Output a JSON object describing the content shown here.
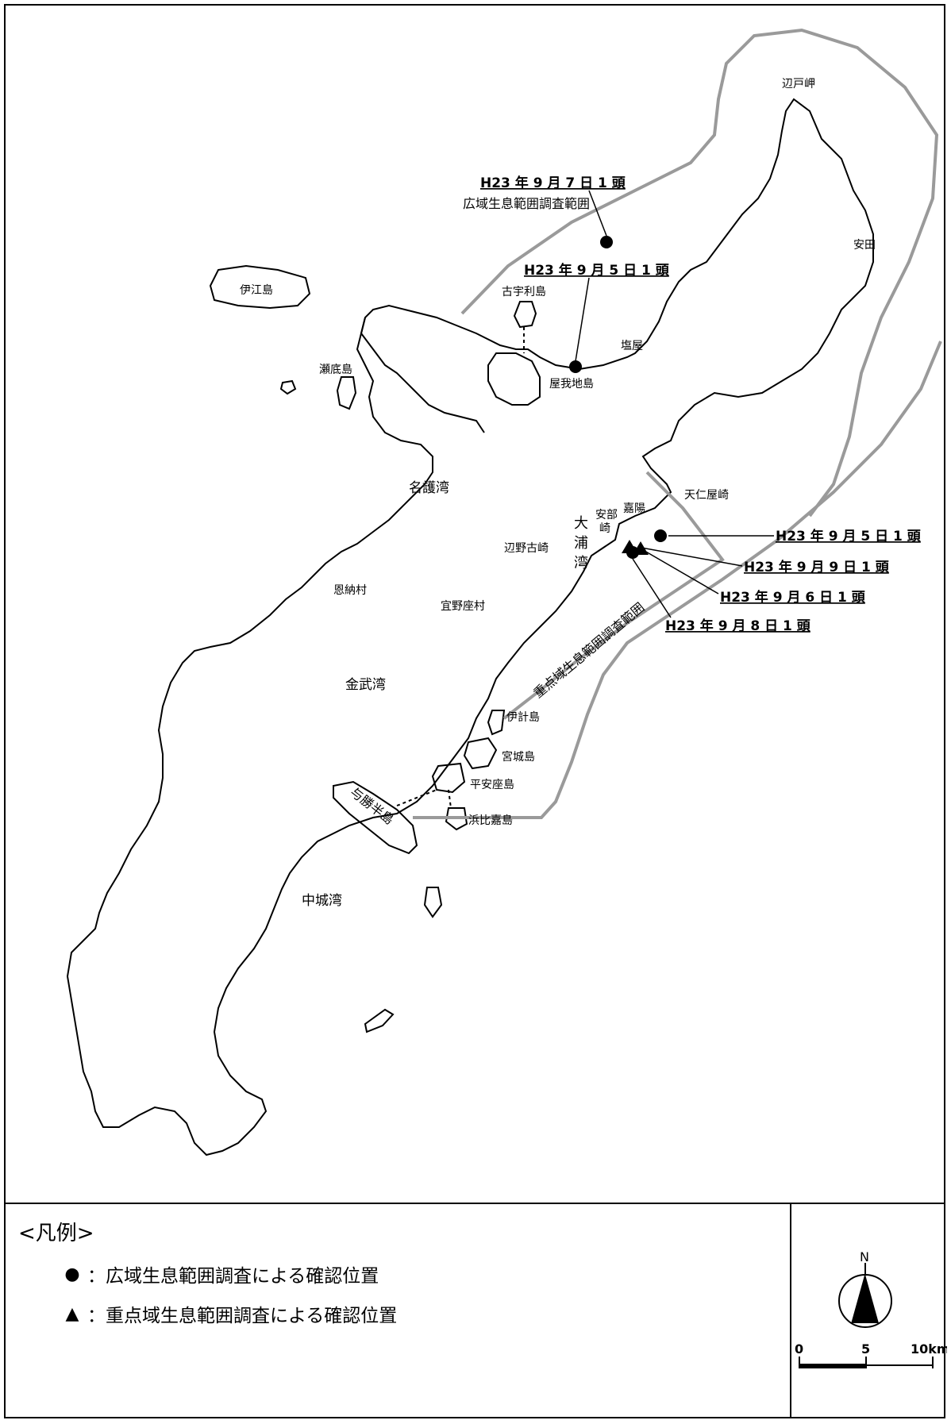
{
  "labels": {
    "hedo": "辺戸岬",
    "ada": "安田",
    "ie": "伊江島",
    "kouri": "古宇利島",
    "shioya": "塩屋",
    "sesoko": "瀬底島",
    "yagaji": "屋我地島",
    "nago": "名護湾",
    "tenninya": "天仁屋崎",
    "kayou": "嘉陽",
    "abe1": "安部",
    "abe2": "崎",
    "oura1": "大",
    "oura2": "浦",
    "oura3": "湾",
    "henoko": "辺野古崎",
    "onna": "恩納村",
    "ginoza": "宜野座村",
    "kin": "金武湾",
    "ikei": "伊計島",
    "miyagi": "宮城島",
    "henza": "平安座島",
    "hamahiga": "浜比嘉島",
    "yokatsu": "与勝半島",
    "nakagusuku": "中城湾",
    "wide_area": "広域生息範囲調査範囲",
    "focus_area": "重点域生息範囲調査範囲"
  },
  "observations": [
    {
      "text": "H23 年 9 月 7 日 1 頭",
      "symbol": "circle"
    },
    {
      "text": "H23 年 9 月 5 日 1 頭",
      "symbol": "circle"
    },
    {
      "text": "H23 年 9 月 5 日 1 頭",
      "symbol": "circle"
    },
    {
      "text": "H23 年 9 月 9 日 1 頭",
      "symbol": "triangle"
    },
    {
      "text": "H23 年 9 月 6 日 1 頭",
      "symbol": "triangle"
    },
    {
      "text": "H23 年 9 月 8 日 1 頭",
      "symbol": "circle"
    }
  ],
  "legend": {
    "title": "<凡例>",
    "items": [
      {
        "symbol": "●",
        "text": "：広域生息範囲調査による確認位置"
      },
      {
        "symbol": "▲",
        "text": "：重点域生息範囲調査による確認位置"
      }
    ]
  },
  "compass": {
    "north": "N"
  },
  "scale": {
    "tick0": "0",
    "tick1": "5",
    "tick2": "10km"
  }
}
